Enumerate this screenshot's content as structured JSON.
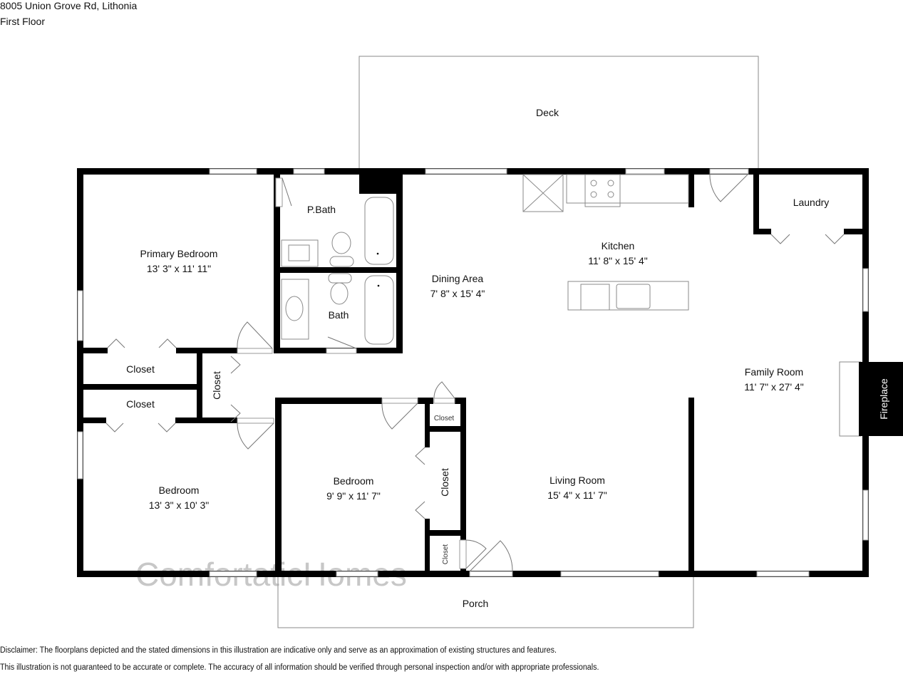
{
  "header": {
    "address": "8005 Union Grove Rd, Lithonia",
    "floor": "First Floor"
  },
  "rooms": {
    "deck": {
      "name": "Deck"
    },
    "primary_bedroom": {
      "name": "Primary Bedroom",
      "dims": "13' 3\" x 11' 11\""
    },
    "p_bath": {
      "name": "P.Bath"
    },
    "bath": {
      "name": "Bath"
    },
    "dining_area": {
      "name": "Dining Area",
      "dims": "7' 8\" x 15' 4\""
    },
    "kitchen": {
      "name": "Kitchen",
      "dims": "11' 8\" x 15' 4\""
    },
    "laundry": {
      "name": "Laundry"
    },
    "family_room": {
      "name": "Family Room",
      "dims": "11' 7\" x 27' 4\""
    },
    "fireplace": {
      "name": "Fireplace"
    },
    "closet_1": {
      "name": "Closet"
    },
    "closet_2": {
      "name": "Closet"
    },
    "closet_hall": {
      "name": "Closet"
    },
    "closet_small_top": {
      "name": "Closet"
    },
    "closet_bedroom2": {
      "name": "Closet"
    },
    "closet_small_bottom": {
      "name": "Closet"
    },
    "bedroom_1": {
      "name": "Bedroom",
      "dims": "13' 3\" x 10' 3\""
    },
    "bedroom_2": {
      "name": "Bedroom",
      "dims": "9' 9\" x 11' 7\""
    },
    "living_room": {
      "name": "Living Room",
      "dims": "15' 4\" x 11' 7\""
    },
    "porch": {
      "name": "Porch"
    }
  },
  "watermark": "ComfortaticHomes",
  "disclaimer": {
    "line1": "Disclaimer: The floorplans depicted and the stated dimensions in this illustration are indicative only and serve as an approximation of existing structures and features.",
    "line2": "This illustration is not guaranteed to be accurate or complete. The accuracy of all information should be verified through personal inspection and/or with appropriate professionals."
  }
}
